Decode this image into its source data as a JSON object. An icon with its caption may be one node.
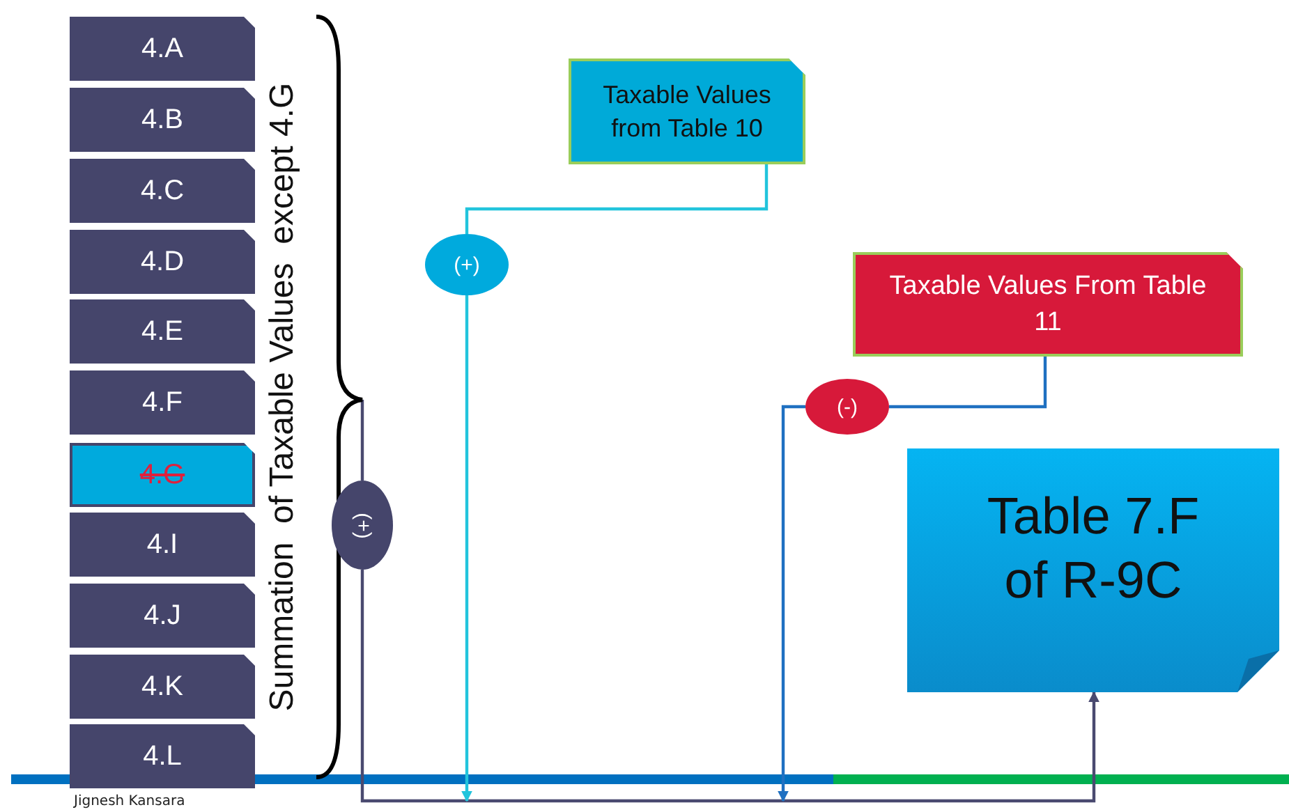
{
  "diagram": {
    "nodes": [
      {
        "text": [
          "4.A"
        ]
      },
      {
        "text": [
          "4.B"
        ]
      },
      {
        "text": [
          "4.C"
        ]
      },
      {
        "text": [
          "4.D"
        ]
      },
      {
        "text": [
          "4.E"
        ]
      },
      {
        "text": [
          "4.F"
        ]
      },
      {
        "text": [
          "4.G"
        ]
      },
      {
        "text": [
          "4.I"
        ]
      },
      {
        "text": [
          "4.J"
        ]
      },
      {
        "text": [
          "4.K"
        ]
      },
      {
        "text": [
          "4.L"
        ]
      },
      {
        "text": [
          "Summation  of Taxable Values  except 4.G"
        ]
      },
      {
        "text": [
          "(+)"
        ]
      },
      {
        "text": [
          "Taxable Values from Table 10"
        ]
      },
      {
        "text": [
          "(+)"
        ]
      },
      {
        "text": [
          "Taxable Values From Table 11"
        ]
      },
      {
        "text": [
          "(-)"
        ]
      },
      {
        "text": [
          "Table 7.F of R-9C"
        ]
      }
    ],
    "edges": [
      {
        "from": 11,
        "to": 12,
        "arrow": "none",
        "color": "#4a4a70"
      },
      {
        "from": 12,
        "to": 17,
        "arrow": "to",
        "color": "#4a4a70"
      },
      {
        "from": 13,
        "to": 14,
        "arrow": "none",
        "color": "#22c4dc"
      },
      {
        "from": 14,
        "to": null,
        "arrow": "to",
        "color": "#22c4dc"
      },
      {
        "from": 15,
        "to": 16,
        "arrow": "none",
        "color": "#1f70c1"
      },
      {
        "from": 16,
        "to": null,
        "arrow": "to",
        "color": "#1f70c1"
      }
    ],
    "labels": [
      "Jignesh Kansara"
    ]
  }
}
